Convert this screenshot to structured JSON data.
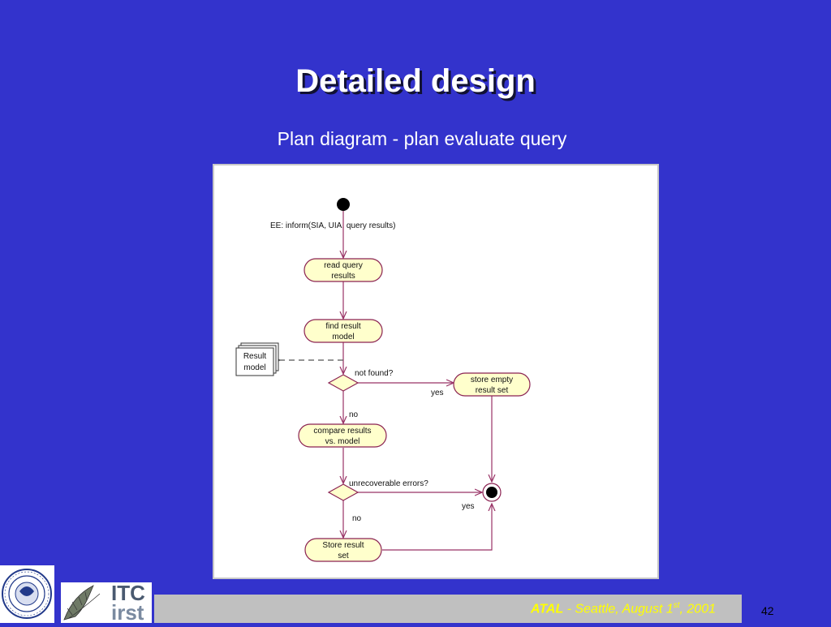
{
  "slide": {
    "title": "Detailed design",
    "subtitle": "Plan diagram - plan evaluate query",
    "page_number": "42"
  },
  "footer": {
    "conference": "ATAL",
    "separator": " - ",
    "location_date_prefix": "Seattle, August 1",
    "date_superscript": "st",
    "date_suffix": ", 2001"
  },
  "diagram": {
    "event_label": "EE: inform(SIA, UIA, query results)",
    "activities": {
      "read_query_results": [
        "read query",
        "results"
      ],
      "find_result_model": [
        "find result",
        "model"
      ],
      "store_empty_result_set": [
        "store empty",
        "result set"
      ],
      "compare_results_vs_model": [
        "compare results",
        "vs. model"
      ],
      "store_result_set": [
        "Store result",
        "set"
      ]
    },
    "data_object": [
      "Result",
      "model"
    ],
    "decisions": {
      "not_found": "not found?",
      "unrecoverable_errors": "unrecoverable errors?"
    },
    "branch_labels": {
      "yes_store_empty": "yes",
      "no_compare": "no",
      "yes_end": "yes",
      "no_store": "no"
    },
    "colors": {
      "activity_fill": "#ffffcc",
      "line": "#993366",
      "outline": "#8b2252"
    }
  },
  "logos": {
    "itc_top": "ITC",
    "itc_bottom": "irst"
  }
}
